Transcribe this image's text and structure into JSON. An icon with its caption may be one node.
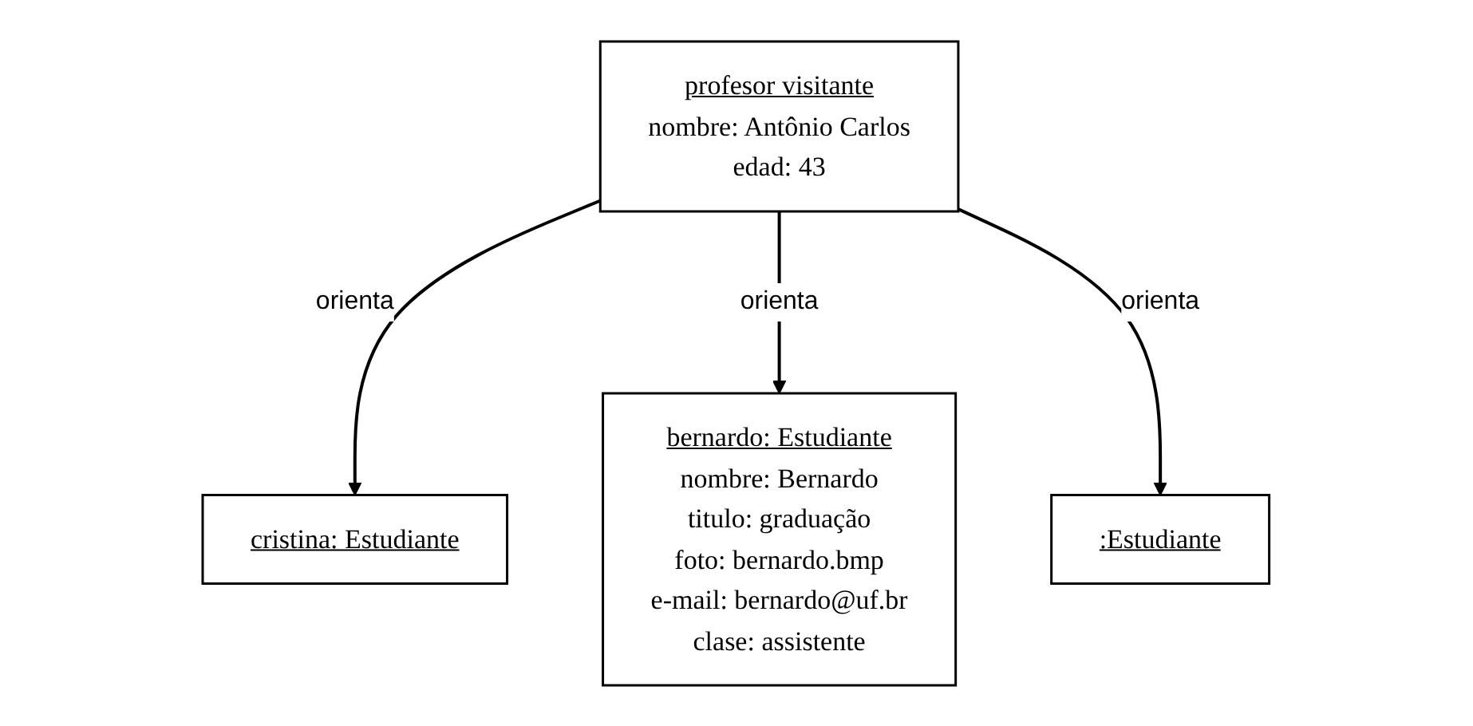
{
  "diagram": {
    "nodes": [
      {
        "text": [
          "profesor visitante",
          "nombre: Antônio Carlos",
          "edad: 43"
        ]
      },
      {
        "text": [
          "cristina: Estudiante"
        ]
      },
      {
        "text": [
          "bernardo: Estudiante",
          "nombre: Bernardo",
          "titulo: graduação",
          "foto: bernardo.bmp",
          "e-mail: bernardo@uf.br",
          "clase: assistente"
        ]
      },
      {
        "text": [
          ":Estudiante"
        ]
      }
    ],
    "edges": [
      {
        "from": 0,
        "to": 1,
        "arrow": "to",
        "label": "orienta"
      },
      {
        "from": 0,
        "to": 2,
        "arrow": "to",
        "label": "orienta"
      },
      {
        "from": 0,
        "to": 3,
        "arrow": "to",
        "label": "orienta"
      }
    ]
  }
}
